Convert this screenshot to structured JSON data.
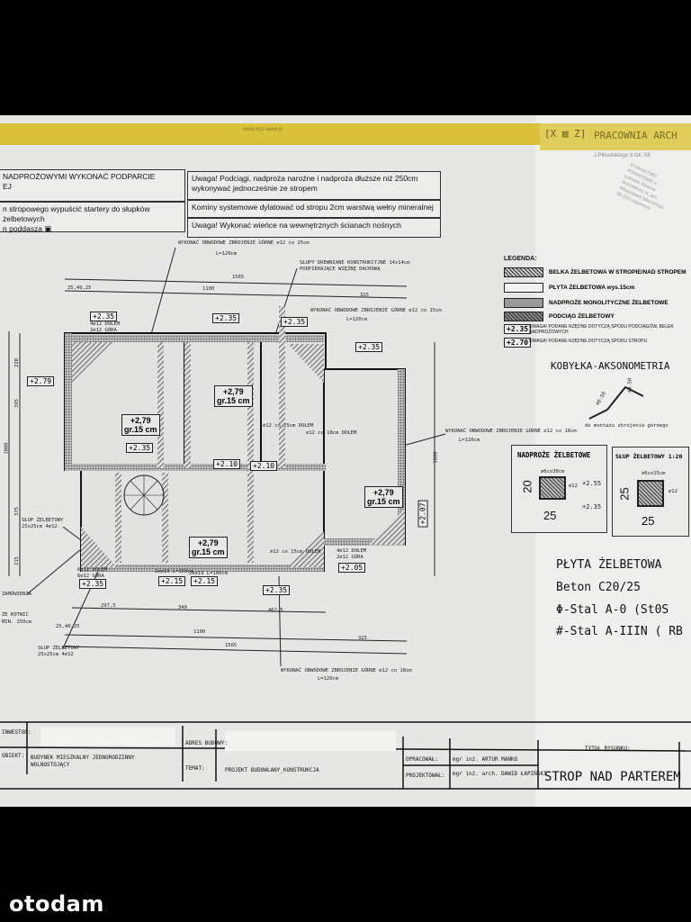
{
  "header": {
    "url": "www.xyz-www.pl",
    "logo": "[X ▨ Z]",
    "studio": "PRACOWNIA ARCH",
    "address": "J.Piłsudskiego 8 lok. 58",
    "stamp": "STAROSTWO POWIATOWE w Łukowie Wydział Architektury ul. gen. Władysława Sikorskiego 05-119 Legionowo"
  },
  "notes": {
    "left": [
      "NADPROŻOWYMI WYKONAĆ PODPARCIE",
      "EJ",
      "n stropowego wypuścić startery do słupków żelbetowych",
      "n poddasza ▣"
    ],
    "right": [
      "Uwaga! Podciągi, nadproża narożne i nadproża dłuższe niż 250cm wykonywać jednocześnie ze stropem",
      "Kominy systemowe dylatować od stropu 2cm warstwą wełny mineralnej",
      "Uwaga! Wykonać wieńce na wewnętrznych ścianach nośnych"
    ]
  },
  "plan": {
    "callouts": {
      "top1": "WYKONAĆ OBWODOWE ZBROJENIE GÓRNE ∅12 co 25cm",
      "top1_l": "L=120cm",
      "slupy": "SŁUPY DREWNIANE KONSTRUKCYJNE 14x14cm",
      "slupy2": "PODPIERAJĄCE WIĘŹBĘ DACHOWĄ",
      "top2": "WYKONAĆ OBWODOWE ZBROJENIE GÓRNE ∅12 co 15cm",
      "top2_l": "L=120cm",
      "right": "WYKONAĆ OBWODOWE ZBROJENIE GÓRNE ∅12 co 18cm",
      "right_l": "L=120cm",
      "bottom": "WYKONAĆ OBWODOWE ZBROJENIE GÓRNE ∅12 co 18cm",
      "bottom_l": "L=120cm",
      "slup1": "SŁUP ŻELBETOWY",
      "slup1b": "25x25cm 4∅12",
      "slup2": "SŁUP ŻELBETOWY",
      "slup2b": "25x25cm 4∅12",
      "zam": "ZAMÓWIENIA",
      "kotw": "ŻE KOTWIĆ",
      "kotw2": "MIN. 250cm"
    },
    "dims": {
      "top_total": "1565",
      "top_main": "1100",
      "top_right": "325",
      "top_small": "25,40,25",
      "b1": "297,5",
      "b2": "340",
      "b3": "462,5",
      "bottom_main": "1100",
      "bottom_right": "325",
      "bottom_total": "1565",
      "bottom_small": "25,40,25",
      "left1": "220",
      "left2": "395",
      "left3": "1000",
      "left4": "375",
      "left5": "215",
      "right_total": "1000"
    },
    "rooms": [
      {
        "level": "+2,79",
        "thickness": "gr.15 cm"
      },
      {
        "level": "+2,79",
        "thickness": "gr.15 cm"
      },
      {
        "level": "+2,79",
        "thickness": "gr.15 cm"
      },
      {
        "level": "+2,79",
        "thickness": "gr.15 cm"
      }
    ],
    "tags": [
      "+2.35",
      "+2.35",
      "+2.35",
      "+2.79",
      "+2.35",
      "+2.35",
      "+2.10",
      "+2.10",
      "+2.15",
      "+2.15",
      "+2.35",
      "+2.35",
      "+2.05",
      "+2.07"
    ],
    "rebar": [
      "4∅12 DOŁEM",
      "2∅12 GÓRA",
      "6∅12 DOŁEM",
      "6∅12 GÓRA",
      "2x∅19 L=150cm",
      "2x∅19 L=100cm",
      "4∅12 DOŁEM",
      "2∅12 GÓRA",
      "∅12 co 25cm DOŁEM",
      "∅12 co 18cm DOŁEM",
      "∅12 co 15cm DOŁEM"
    ]
  },
  "legend": {
    "title": "LEGENDA:",
    "items": [
      "BELKA ŻELBETOWA W STROPIE/NAD STROPEM",
      "PŁYTA ŻELBETOWA wys.15cm",
      "NADPROŻE MONOLITYCZNE ŻELBETOWE",
      "PODCIĄG ŻELBETOWY"
    ],
    "tag1": "+2.35",
    "tag1_text": "UWAGA! PODANE RZĘDNE DOTYCZĄ SPODU PODCIĄGÓW, BELEK NADPROŻOWYCH",
    "tag2": "+2.70",
    "tag2_text": "UWAGA! PODANE RZĘDNE DOTYCZĄ SPODU STROPU"
  },
  "kobylka": {
    "title": "KOBYŁKA-AKSONOMETRIA",
    "note": "do montażu zbrojenia górnego",
    "d1": "40-50",
    "d2": "40-50"
  },
  "sections": [
    {
      "title": "NADPROŻE ŻELBETOWE",
      "size": "∅6co30cm",
      "h": "20",
      "w": "25",
      "bar": "∅12",
      "lv1": "+2.55",
      "lv2": "+2.35"
    },
    {
      "title": "SŁUP ŻELBETOWY 1:20",
      "size": "∅6co15cm",
      "h": "25",
      "w": "25",
      "bar": "∅12"
    }
  ],
  "spec": {
    "l1": "PŁYTA ŻELBETOWA",
    "l2": "Beton C20/25",
    "l3": "Φ-Stal A-0 (St0S",
    "l4": "#-Stal A-IIIN ( RB"
  },
  "titleblock": {
    "inwestor_label": "INWESTOR:",
    "adres_label": "ADRES BUDOWY:",
    "obiekt_label": "OBIEKT:",
    "obiekt": "BUDYNEK MIESZKALNY JEDNORODZINNY WOLNOSTOJĄCY",
    "temat_label": "TEMAT:",
    "temat": "PROJEKT BUDOWLANY_KONSTRUKCJA",
    "opracowal_label": "OPRACOWAŁ:",
    "opracowal": "mgr inż. ARTUR MAŃKO",
    "projektowal_label": "PROJEKTOWAŁ:",
    "projektowal": "mgr inż. arch. DAWID ŁAPIŃSKI",
    "tytul_label": "TYTUŁ RYSUNKU:",
    "tytul": "STROP NAD PARTEREM"
  },
  "watermark": "otodam"
}
